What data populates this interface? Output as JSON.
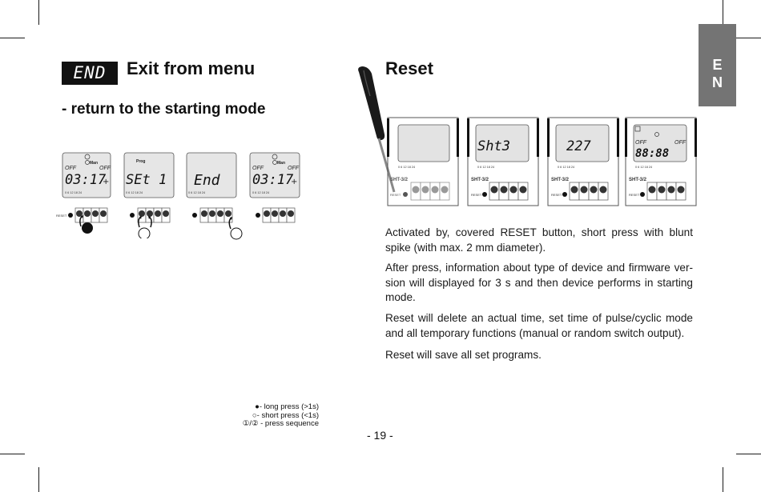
{
  "lang_tab": {
    "letter1": "E",
    "letter2": "N"
  },
  "left": {
    "badge": "END",
    "title": "Exit from menu",
    "subtitle": "- return to the starting mode",
    "displays": [
      {
        "top_label": "Man",
        "main": "03:17",
        "off_left": "OFF",
        "off_right": "OFF",
        "ruler": "0 6 12 18 24"
      },
      {
        "top_label": "Prog",
        "main": "SEt 1",
        "ruler": "0 6 12 18 24"
      },
      {
        "top_label": "",
        "main": "End",
        "ruler": "0 6 12 18 24"
      },
      {
        "top_label": "Man",
        "main": "03:17",
        "off_left": "OFF",
        "off_right": "OFF",
        "ruler": "0 6 12 18 24"
      }
    ],
    "reset_label": "RESET",
    "legend": {
      "long": "- long press (>1s)",
      "short": "- short press (<1s)",
      "seq_symbols": "①/②",
      "seq": " -  press sequence"
    }
  },
  "right": {
    "title": "Reset",
    "devices": [
      {
        "screen": "",
        "model": "SHT-3/2",
        "reset": "RESET"
      },
      {
        "screen": "Sht3",
        "model": "SHT-3/2",
        "reset": "RESET"
      },
      {
        "screen": "227",
        "model": "SHT-3/2",
        "reset": "RESET"
      },
      {
        "screen": "88:88",
        "model": "SHT-3/2",
        "reset": "RESET",
        "off_left": "OFF",
        "off_right": "OFF"
      }
    ],
    "paragraphs": [
      "Activated by, covered RESET button, short press with blunt spike (with max. 2 mm diameter).",
      "After press, information about type of device and firmware ver-sion will displayed for 3 s and then device performs in starting mode.",
      "Reset will delete an actual time, set time of pulse/cyclic mode and all temporary functions (manual or random switch output).",
      "Reset will save all set programs."
    ]
  },
  "page_number": "- 19 -"
}
